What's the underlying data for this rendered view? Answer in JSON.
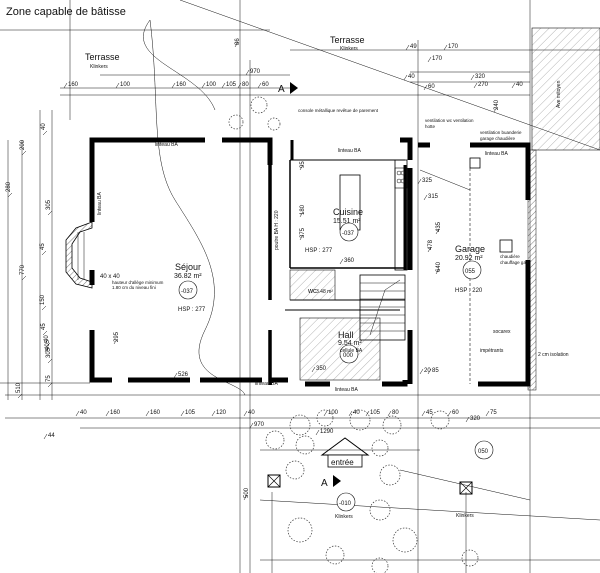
{
  "zone_label": "Zone capable de bâtisse",
  "terrasses": [
    {
      "title": "Terrasse",
      "sub": "Klinkers"
    },
    {
      "title": "Terrasse",
      "sub": "Klinkers"
    }
  ],
  "rooms": {
    "sejour": {
      "name": "Séjour",
      "area": "36.82 m²",
      "code": "-037",
      "hsp": "HSP : 277"
    },
    "cuisine": {
      "name": "Cuisine",
      "area": "15.51 m²",
      "code": "-037",
      "hsp": "HSP : 277"
    },
    "garage": {
      "name": "Garage",
      "area": "20.92 m²",
      "code": "055",
      "hsp": "HSP : 220"
    },
    "hall": {
      "name": "Hall",
      "area": "9.54 m²",
      "code": "000",
      "sub": "cellule BA"
    },
    "wc": {
      "name": "wc",
      "area": "3.48 m²"
    }
  },
  "notes": {
    "hauteur_allege": "hauteur d'allège minimum 1.80 cm du niveau fini",
    "pilier": "40 x 40",
    "poutre": "poutre BA H : 220",
    "linteau_top_sejour": "linteau BA",
    "linteau_top_cuisine": "linteau BA",
    "linteau_garage": "linteau BA",
    "linteau_bottom_1": "linteau BA",
    "linteau_bottom_2": "linteau BA",
    "linteau_left": "linteau BA",
    "console": "console métallique revêtue de parement",
    "ventilation": "ventilation wc ventilation hotte",
    "ventilation_garage": "ventilation buanderie garage chaudière",
    "chaudiere": "chaudière chauffage gaz",
    "socarex": "socarex",
    "impetrants": "impétrants",
    "isolation": "2 cm isolation",
    "ave": "Ave mitoyen",
    "entree": "entrée",
    "klinkers_1": "Klinkers",
    "klinkers_2": "Klinkers",
    "section_a_top": "A",
    "section_a_bottom": "A",
    "tag_010": "-010",
    "tag_050": "050"
  },
  "dims_top": [
    "160",
    "100",
    "160",
    "100",
    "105",
    "80",
    "970",
    "60",
    "170",
    "320",
    "40",
    "60",
    "49",
    "170",
    "270",
    "40"
  ],
  "dims_bottom": [
    "160",
    "160",
    "105",
    "120",
    "40",
    "970",
    "1290",
    "100",
    "40",
    "105",
    "80",
    "60",
    "320",
    "45",
    "75",
    "44",
    "40"
  ],
  "dims_left": [
    "280",
    "200",
    "40",
    "305",
    "45",
    "770",
    "150",
    "45",
    "40",
    "305",
    "75",
    "510"
  ],
  "dims_misc": [
    "526",
    "295",
    "405",
    "95",
    "180",
    "375",
    "360",
    "325",
    "315",
    "435",
    "640",
    "478",
    "85",
    "20",
    "500",
    "350",
    "240",
    "86"
  ]
}
